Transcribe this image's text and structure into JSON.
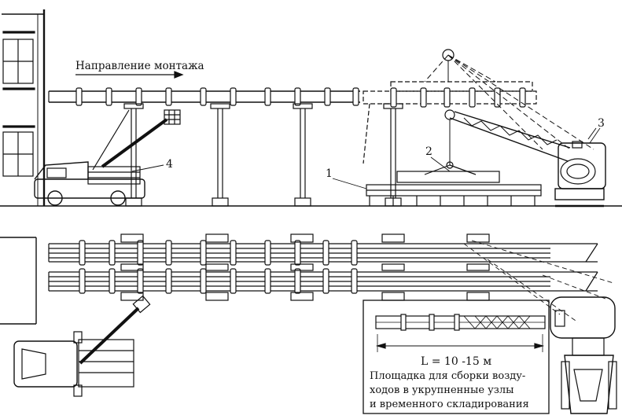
{
  "diagram": {
    "direction_label": "Направление монтажа",
    "labels": {
      "one": "1",
      "two": "2",
      "three": "3",
      "four": "4"
    },
    "length_label": "L = 10 -15 м",
    "legend_lines": [
      "Площадка для сборки возду-",
      "ходов в укрупненные узлы",
      "и временного складирования"
    ],
    "colors": {
      "ink": "#111111",
      "background": "#ffffff"
    }
  }
}
